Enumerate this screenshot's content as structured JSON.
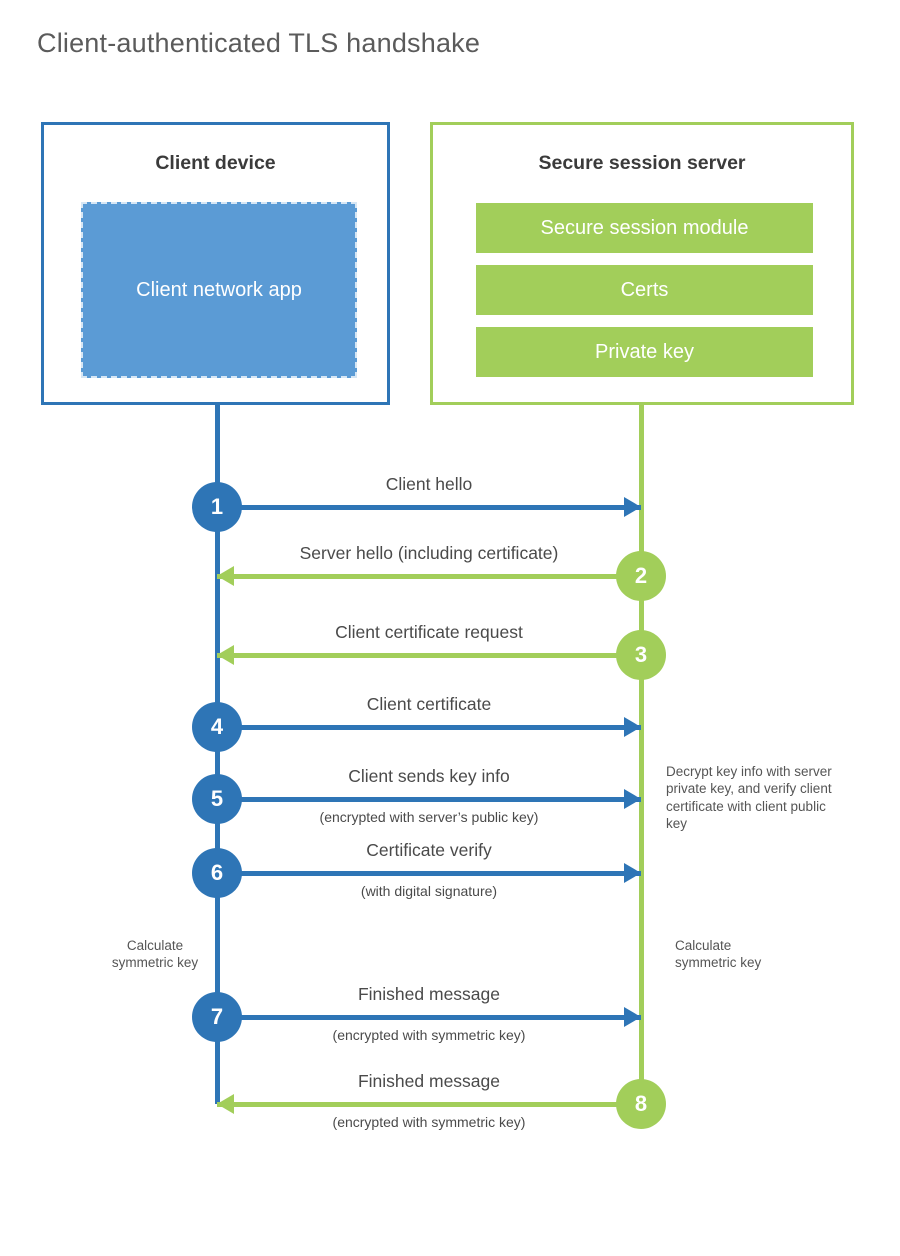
{
  "title": "Client-authenticated TLS handshake",
  "colors": {
    "blue": "#2e75b6",
    "light_blue": "#5b9bd5",
    "green": "#a2ce5a",
    "heading_text": "#3b3b3b",
    "label_text": "#4a4a4a",
    "white": "#ffffff"
  },
  "client_box": {
    "title": "Client device",
    "app_label": "Client network app"
  },
  "server_box": {
    "title": "Secure session server",
    "modules": [
      "Secure session module",
      "Certs",
      "Private key"
    ]
  },
  "messages": [
    {
      "num": "1",
      "from": "client",
      "direction": "right",
      "label": "Client hello",
      "sublabel": ""
    },
    {
      "num": "2",
      "from": "server",
      "direction": "left",
      "label": "Server hello (including certificate)",
      "sublabel": ""
    },
    {
      "num": "3",
      "from": "server",
      "direction": "left",
      "label": "Client certificate request",
      "sublabel": ""
    },
    {
      "num": "4",
      "from": "client",
      "direction": "right",
      "label": "Client certificate",
      "sublabel": ""
    },
    {
      "num": "5",
      "from": "client",
      "direction": "right",
      "label": "Client sends key info",
      "sublabel": "(encrypted with server’s public key)"
    },
    {
      "num": "6",
      "from": "client",
      "direction": "right",
      "label": "Certificate verify",
      "sublabel": "(with digital signature)"
    },
    {
      "num": "7",
      "from": "client",
      "direction": "right",
      "label": "Finished message",
      "sublabel": "(encrypted with symmetric key)"
    },
    {
      "num": "8",
      "from": "server",
      "direction": "left",
      "label": "Finished message",
      "sublabel": "(encrypted with symmetric key)"
    }
  ],
  "notes": {
    "decrypt_note": "Decrypt key info with server private key, and verify client certificate with client public key",
    "calc_left": "Calculate\nsymmetric key",
    "calc_right": "Calculate\nsymmetric key"
  }
}
